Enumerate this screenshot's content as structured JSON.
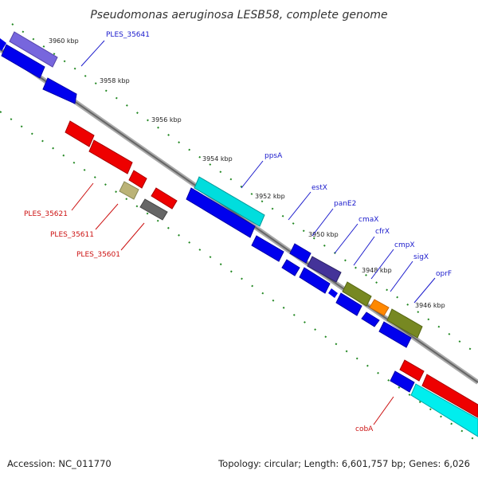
{
  "title": "Pseudomonas aeruginosa LESB58, complete genome",
  "footer": {
    "accession": "Accession: NC_011770",
    "summary": "Topology: circular; Length: 6,601,757 bp; Genes: 6,026"
  },
  "ticks": [
    "3960 kbp",
    "3958 kbp",
    "3956 kbp",
    "3954 kbp",
    "3952 kbp",
    "3950 kbp",
    "3948 kbp",
    "3946 kbp"
  ],
  "gene_labels": {
    "PLES_35641": "PLES_35641",
    "ppsA": "ppsA",
    "estX": "estX",
    "panE2": "panE2",
    "cmaX": "cmaX",
    "cfrX": "cfrX",
    "cmpX": "cmpX",
    "sigX": "sigX",
    "oprF": "oprF",
    "PLES_35621": "PLES_35621",
    "PLES_35611": "PLES_35611",
    "PLES_35601": "PLES_35601",
    "cobA": "cobA"
  },
  "colors": {
    "cds_blue": "#0000ee",
    "rna_red": "#ee0000",
    "cyan": "#00dddd",
    "lavender": "#7766dd",
    "khaki": "#bbb377",
    "gray": "#666666",
    "slate": "#443399",
    "olive": "#778822",
    "orange": "#ff8800",
    "backbone": "#888888",
    "tick_green": "#228822"
  }
}
